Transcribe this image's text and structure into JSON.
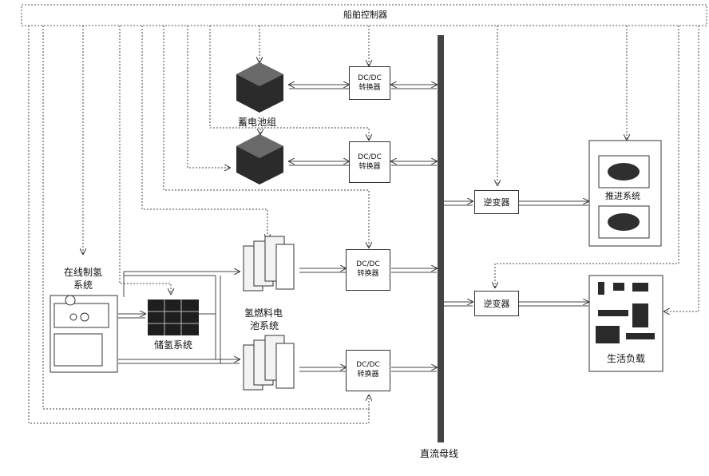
{
  "controller": {
    "label": "船舶控制器"
  },
  "battery": {
    "label": "蓄电池组"
  },
  "converters": [
    {
      "line1": "DC/DC",
      "line2": "转换器"
    },
    {
      "line1": "DC/DC",
      "line2": "转换器"
    },
    {
      "line1": "DC/DC",
      "line2": "转换器"
    },
    {
      "line1": "DC/DC",
      "line2": "转换器"
    }
  ],
  "inverters": [
    {
      "label": "逆变器"
    },
    {
      "label": "逆变器"
    }
  ],
  "propulsion": {
    "label": "推进系统"
  },
  "living_load": {
    "label": "生活负载"
  },
  "hydrogen_production": {
    "line1": "在线制氢",
    "line2": "系统"
  },
  "hydrogen_storage": {
    "label": "储氢系统"
  },
  "fuel_cell": {
    "line1": "氢燃料电",
    "line2": "池系统"
  },
  "dc_bus": {
    "label": "直流母线"
  }
}
